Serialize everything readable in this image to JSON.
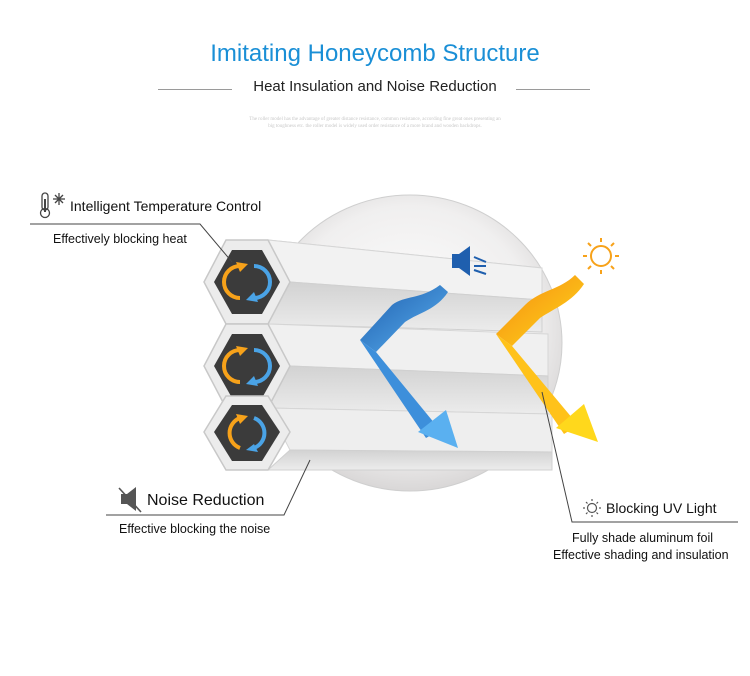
{
  "header": {
    "title": "Imitating Honeycomb Structure",
    "subtitle": "Heat Insulation and Noise Reduction",
    "fine_print_1": "The roller model has the advantage of greater distance resistance, common resistance, according fine great ones presenting an",
    "fine_print_2": "big toughness etc. the roller model is widely used order resistance of a more brand and wooden backdrops."
  },
  "features": {
    "temperature": {
      "title": "Intelligent Temperature Control",
      "description": "Effectively blocking heat",
      "icon": "thermometer-snowflake-icon"
    },
    "noise": {
      "title": "Noise Reduction",
      "description": "Effective blocking the noise",
      "icon": "speaker-muted-icon"
    },
    "uv": {
      "title": "Blocking UV Light",
      "description_1": "Fully shade aluminum foil",
      "description_2": "Effective shading and insulation",
      "icon": "sun-icon"
    }
  },
  "colors": {
    "title_blue": "#1a8fd6",
    "arrow_blue": "#2f7fd0",
    "arrow_orange": "#f7a21a",
    "arrow_yellow": "#ffd21a",
    "cell_dark": "#3b3b3b",
    "cell_frame": "#e9e9e9"
  }
}
